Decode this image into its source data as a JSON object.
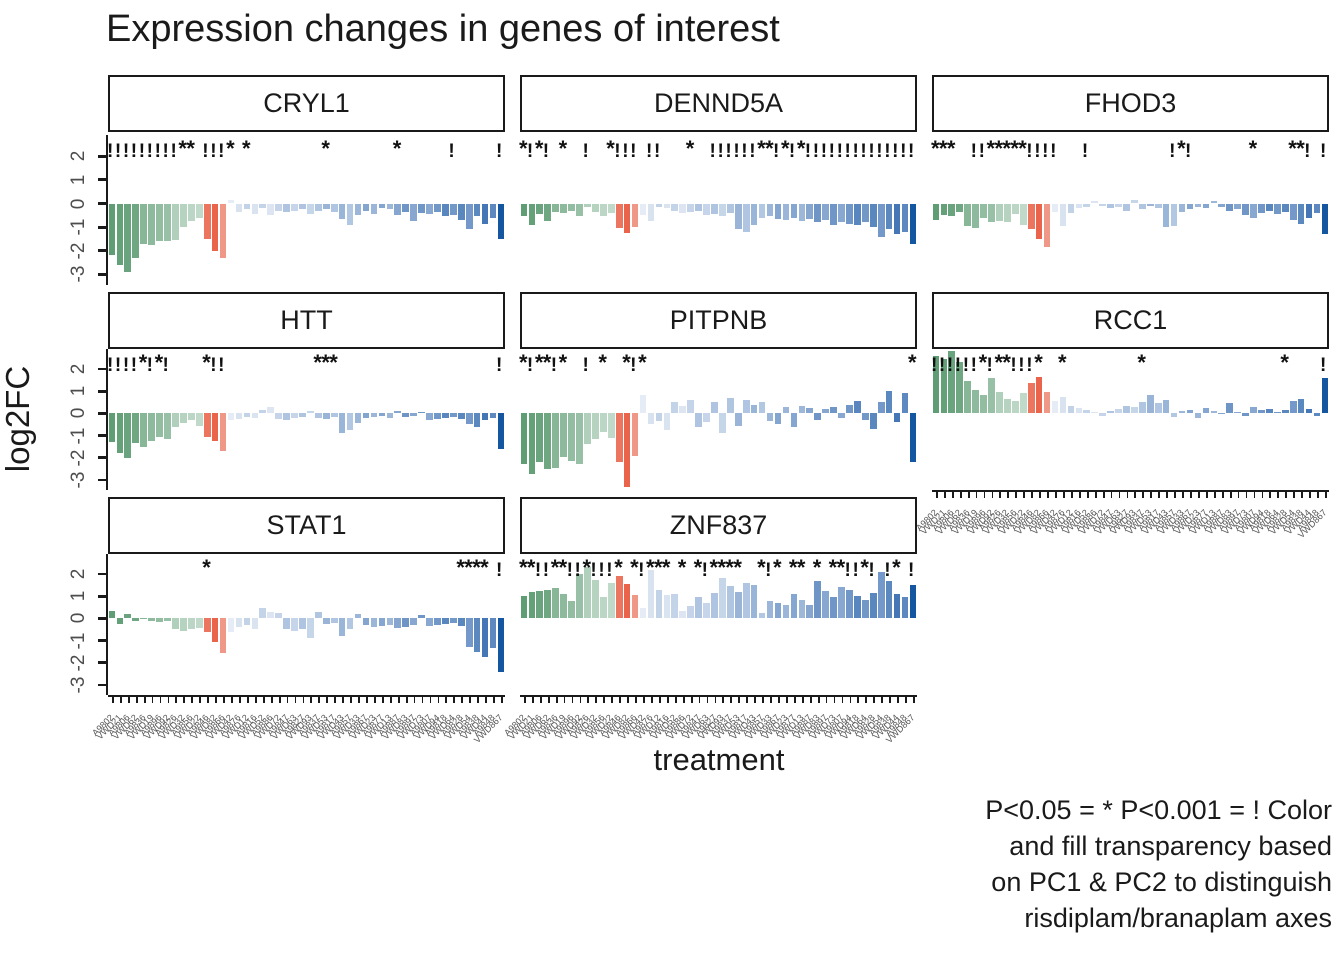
{
  "title": "Expression changes in genes of interest",
  "axes": {
    "y_label": "log2FC",
    "x_label": "treatment",
    "y_ticks": [
      2,
      1,
      0,
      -1,
      -2,
      -3
    ]
  },
  "caption_lines": [
    "P<0.05 = * P<0.001 = ! Color",
    "and fill transparency based",
    "on PC1 & PC2 to distinguish",
    "risdiplam/branaplam axes"
  ],
  "palette": {
    "green": "#4e9467",
    "salmon": "#e64e31",
    "blue": "#2e66ae",
    "navy": "#1456a0",
    "axis": "#1a1a1a",
    "tick_text": "#4d4d4d"
  },
  "chart_data": {
    "type": "bar",
    "title": "Expression changes in genes of interest",
    "xlabel": "treatment",
    "ylabel": "log2FC",
    "ylim": [
      -3.45,
      2.9
    ],
    "y_ticks": [
      2,
      1,
      0,
      -1,
      -2,
      -3
    ],
    "sig_legend": {
      "*": "P<0.05",
      "!": "P<0.001"
    },
    "categories": [
      "A9802",
      "VWD21",
      "A9806",
      "VWD62",
      "A9836",
      "VWD19",
      "A9896",
      "VWD92",
      "A9826",
      "VWD32",
      "A9856",
      "VWD22",
      "A9846",
      "VWD82",
      "A9866",
      "VWD42",
      "A9876",
      "VWD12",
      "A9816",
      "VWD52",
      "A9886",
      "VWD72",
      "A9847",
      "VWD63",
      "A9827",
      "VWD93",
      "A9837",
      "VWD53",
      "A9817",
      "VWD43",
      "A9857",
      "VWD33",
      "A9867",
      "VWD23",
      "A9877",
      "VWD13",
      "A9887",
      "VWD83",
      "A9897",
      "VWD73",
      "A9807",
      "VWD94",
      "A9818",
      "VWD64",
      "A9828",
      "VWD54",
      "A9838",
      "VWD44",
      "A9848",
      "VWD867"
    ],
    "facets": [
      {
        "gene": "CRYL1",
        "values": [
          -2.2,
          -2.6,
          -2.9,
          -2.3,
          -1.7,
          -1.75,
          -1.6,
          -1.6,
          -1.55,
          -1.0,
          -0.75,
          -0.6,
          -1.5,
          -2.0,
          -2.3,
          0.15,
          -0.35,
          -0.25,
          -0.45,
          -0.2,
          -0.5,
          -0.3,
          -0.35,
          -0.3,
          -0.25,
          -0.45,
          -0.3,
          -0.25,
          -0.35,
          -0.65,
          -0.9,
          -0.5,
          -0.3,
          -0.45,
          -0.2,
          -0.25,
          -0.5,
          -0.35,
          -0.75,
          -0.4,
          -0.45,
          -0.35,
          -0.55,
          -0.5,
          -0.7,
          -1.1,
          -0.55,
          -0.85,
          -0.6,
          -1.5
        ],
        "significance": "!!!!!!!!!**.!!!*.*.........*........*......!.....!"
      },
      {
        "gene": "DENND5A",
        "values": [
          -0.55,
          -0.9,
          -0.45,
          -0.75,
          -0.35,
          -0.4,
          -0.3,
          -0.55,
          -0.15,
          -0.35,
          -0.55,
          -0.4,
          -1.05,
          -1.25,
          -1.0,
          -0.5,
          -0.75,
          -0.15,
          -0.2,
          -0.3,
          -0.4,
          -0.35,
          -0.3,
          -0.5,
          -0.45,
          -0.55,
          -0.4,
          -1.1,
          -1.2,
          -0.9,
          -0.6,
          -0.55,
          -0.65,
          -0.7,
          -0.6,
          -0.75,
          -0.65,
          -0.8,
          -0.7,
          -0.9,
          -0.8,
          -0.85,
          -0.9,
          -0.8,
          -1.0,
          -1.4,
          -1.1,
          -1.3,
          -1.2,
          -1.7
        ],
        "significance": "*!*!.*..!..*!!!.!!...*..!!!!!!**!*!*!!!!!!!!!!!!!!"
      },
      {
        "gene": "FHOD3",
        "values": [
          -0.7,
          -0.5,
          -0.55,
          -0.35,
          -0.95,
          -1.05,
          -0.6,
          -0.8,
          -0.75,
          -0.8,
          -0.45,
          -0.9,
          -1.1,
          -1.5,
          -1.85,
          -0.35,
          -0.95,
          -0.4,
          -0.2,
          -0.15,
          0.1,
          -0.1,
          -0.2,
          -0.15,
          -0.3,
          0.15,
          -0.25,
          -0.1,
          -0.2,
          -1.0,
          -0.95,
          -0.35,
          -0.25,
          -0.15,
          -0.2,
          0.1,
          -0.15,
          -0.3,
          -0.25,
          -0.5,
          -0.6,
          -0.4,
          -0.3,
          -0.45,
          -0.35,
          -0.7,
          -0.85,
          -0.6,
          -0.4,
          -1.3
        ],
        "significance": "***..!!*****!!!!...!..........!*!.......*....**!.!"
      },
      {
        "gene": "HTT",
        "values": [
          -1.3,
          -1.8,
          -2.0,
          -1.35,
          -1.5,
          -1.25,
          -1.05,
          -1.15,
          -0.6,
          -0.45,
          -0.3,
          -0.55,
          -1.05,
          -1.25,
          -1.7,
          -0.3,
          -0.25,
          -0.15,
          -0.2,
          0.15,
          0.3,
          -0.25,
          -0.3,
          -0.2,
          -0.15,
          0.1,
          -0.2,
          -0.25,
          -0.15,
          -0.9,
          -0.75,
          -0.45,
          -0.2,
          -0.15,
          -0.1,
          -0.2,
          0.1,
          -0.15,
          -0.1,
          0.05,
          -0.3,
          -0.25,
          -0.2,
          -0.15,
          -0.25,
          -0.5,
          -0.6,
          -0.3,
          -0.2,
          -1.6
        ],
        "significance": "!!!!*!*!....*!!...........***....................!"
      },
      {
        "gene": "PITPNB",
        "values": [
          -2.3,
          -2.75,
          -2.2,
          -2.5,
          -2.45,
          -1.95,
          -2.15,
          -2.3,
          -1.4,
          -1.15,
          -0.85,
          -1.1,
          -2.2,
          -3.3,
          -1.9,
          0.85,
          -0.5,
          -0.35,
          -0.75,
          0.5,
          0.35,
          0.6,
          -0.6,
          -0.4,
          0.5,
          -0.9,
          0.7,
          -0.55,
          0.6,
          0.4,
          0.5,
          -0.35,
          -0.5,
          0.3,
          -0.6,
          0.35,
          0.25,
          -0.3,
          0.2,
          0.3,
          -0.2,
          0.4,
          0.55,
          -0.3,
          -0.7,
          0.5,
          1.0,
          -0.4,
          0.9,
          -2.2
        ],
        "significance": "*!**!*..!.*..*!*.................................*"
      },
      {
        "gene": "RCC1",
        "values": [
          2.6,
          2.45,
          2.8,
          2.3,
          1.45,
          1.05,
          0.85,
          1.6,
          0.95,
          0.65,
          0.55,
          0.9,
          1.35,
          1.65,
          0.95,
          0.55,
          0.75,
          0.35,
          0.25,
          0.15,
          0.05,
          -0.1,
          0.1,
          0.2,
          0.35,
          0.3,
          0.5,
          0.85,
          0.45,
          0.6,
          -0.15,
          0.1,
          0.15,
          -0.2,
          0.25,
          0.1,
          -0.05,
          0.45,
          0.05,
          -0.1,
          0.3,
          0.15,
          0.2,
          0.05,
          0.15,
          0.55,
          0.65,
          0.2,
          -0.1,
          1.6
        ],
        "significance": "!!!!!!*!**!!!*..*.........*.................*....!"
      },
      {
        "gene": "STAT1",
        "values": [
          0.35,
          -0.25,
          0.2,
          -0.1,
          -0.05,
          -0.1,
          -0.15,
          -0.1,
          -0.5,
          -0.55,
          -0.5,
          -0.45,
          -0.6,
          -1.05,
          -1.55,
          -0.6,
          -0.4,
          -0.3,
          -0.5,
          0.45,
          0.3,
          0.25,
          -0.5,
          -0.55,
          -0.5,
          -0.9,
          0.3,
          -0.25,
          -0.2,
          -0.8,
          -0.5,
          0.2,
          -0.3,
          -0.4,
          -0.35,
          -0.3,
          -0.45,
          -0.4,
          -0.3,
          0.15,
          -0.35,
          -0.3,
          -0.25,
          -0.2,
          -0.35,
          -1.3,
          -1.5,
          -1.75,
          -1.35,
          -2.4
        ],
        "significance": "............*...............................****.!"
      },
      {
        "gene": "ZNF837",
        "values": [
          1.0,
          1.2,
          1.25,
          1.3,
          1.35,
          1.1,
          0.8,
          2.0,
          2.3,
          1.75,
          0.95,
          1.6,
          1.9,
          1.55,
          1.05,
          0.45,
          2.2,
          1.3,
          1.05,
          1.1,
          0.35,
          0.55,
          0.95,
          0.7,
          1.15,
          1.8,
          1.45,
          1.2,
          1.6,
          1.5,
          0.25,
          0.8,
          0.7,
          0.6,
          1.1,
          0.85,
          0.6,
          1.7,
          1.25,
          0.95,
          1.4,
          1.3,
          1.0,
          0.85,
          1.15,
          2.1,
          1.7,
          1.1,
          0.95,
          1.5
        ],
        "significance": "**!!**!!*!!!*.*!***.*.*!****..*!*.**.*.**!!*!.!*.!"
      }
    ]
  }
}
